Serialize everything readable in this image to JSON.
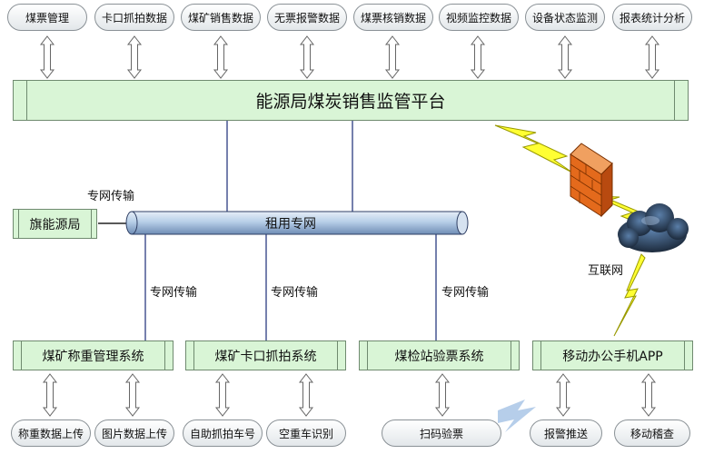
{
  "top_services": [
    "煤票管理",
    "卡口抓拍数据",
    "煤矿销售数据",
    "无票报警数据",
    "煤票核销数据",
    "视频监控数据",
    "设备状态监测",
    "报表统计分析"
  ],
  "platform_title": "能源局煤炭销售监管平台",
  "bureau": "旗能源局",
  "pipe_label": "租用专网",
  "link_labels": {
    "bureau_link": "专网传输",
    "weigh_link": "专网传输",
    "checkpoint_link": "专网传输",
    "ticket_link": "专网传输",
    "internet": "互联网"
  },
  "systems": [
    "煤矿称重管理系统",
    "煤矿卡口抓拍系统",
    "煤检站验票系统",
    "移动办公手机APP"
  ],
  "bottom_services": [
    "称重数据上传",
    "图片数据上传",
    "自助抓拍车号",
    "空重车识别",
    "扫码验票",
    "报警推送",
    "移动稽查"
  ],
  "colors": {
    "box_fill": "#d9f5d6",
    "pipe": "#b8cfe8",
    "bolt": "#ffff33"
  }
}
